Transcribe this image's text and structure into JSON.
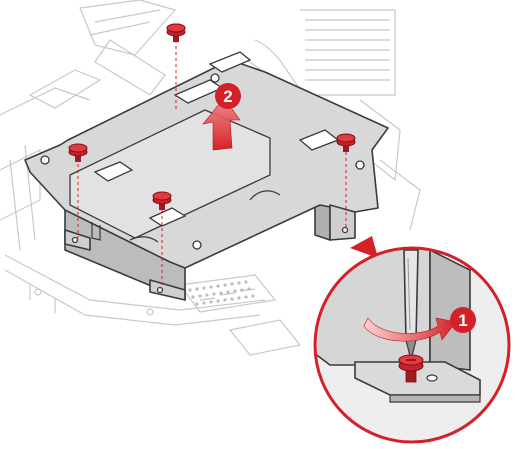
{
  "steps": [
    {
      "label": "1",
      "meaning": "loosen-screw"
    },
    {
      "label": "2",
      "meaning": "lift-bracket"
    }
  ],
  "colors": {
    "callout_red": "#d42127",
    "screw_red": "#c8202a",
    "bracket_fill": "#d5d5d5",
    "bracket_shadow": "#a9a9a9",
    "line_art": "#3a3a3a",
    "background_art": "#c8c8c8",
    "arrow_gradient_light": "#ffd2d2",
    "arrow_gradient_dark": "#d42127"
  },
  "icons": {
    "screw": "screw-icon",
    "screwdriver": "screwdriver-icon",
    "rotate_arrow": "counterclockwise-arrow-icon",
    "lift_arrow": "up-arrow-icon"
  }
}
